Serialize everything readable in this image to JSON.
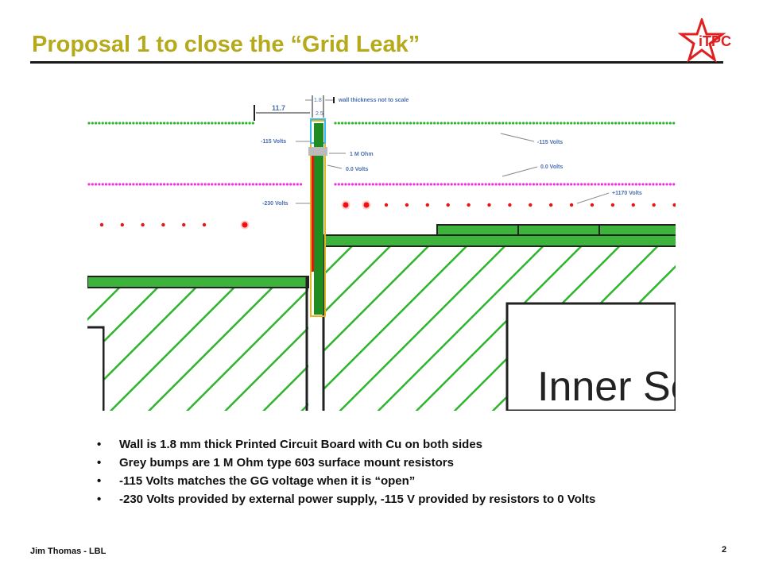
{
  "slide": {
    "title": "Proposal 1 to close the “Grid Leak”",
    "logo_text": "iTPC",
    "footer_author": "Jim Thomas - LBL",
    "page_number": "2"
  },
  "diagram": {
    "dim_11_7": "11.7",
    "dim_1_8": "1.8",
    "dim_2_5": "2.5",
    "note_scale": "wall thickness not to scale",
    "label_neg115_left": "-115 Volts",
    "label_neg230_left": "-230 Volts",
    "label_1mohm": "1 M Ohm",
    "label_0v_inner": "0.0 Volts",
    "label_neg115_right": "-115 Volts",
    "label_0v_right": "0.0 Volts",
    "label_pos1170": "+1170  Volts",
    "sector_text": "Inner Se",
    "colors": {
      "green_wire": "#2fb52f",
      "magenta_wire": "#ee33dd",
      "red_wire": "#ee1111",
      "pcb_green": "#1e8c1e",
      "hatch": "#2db52d",
      "annotation": "#4a6fb0"
    }
  },
  "bullets": [
    "Wall is 1.8 mm thick Printed Circuit Board with Cu on both sides",
    "Grey bumps are 1 M Ohm type 603 surface mount resistors",
    "-115 Volts matches the GG voltage when it is “open”",
    "-230 Volts provided by external power supply, -115 V provided by resistors to 0 Volts"
  ]
}
